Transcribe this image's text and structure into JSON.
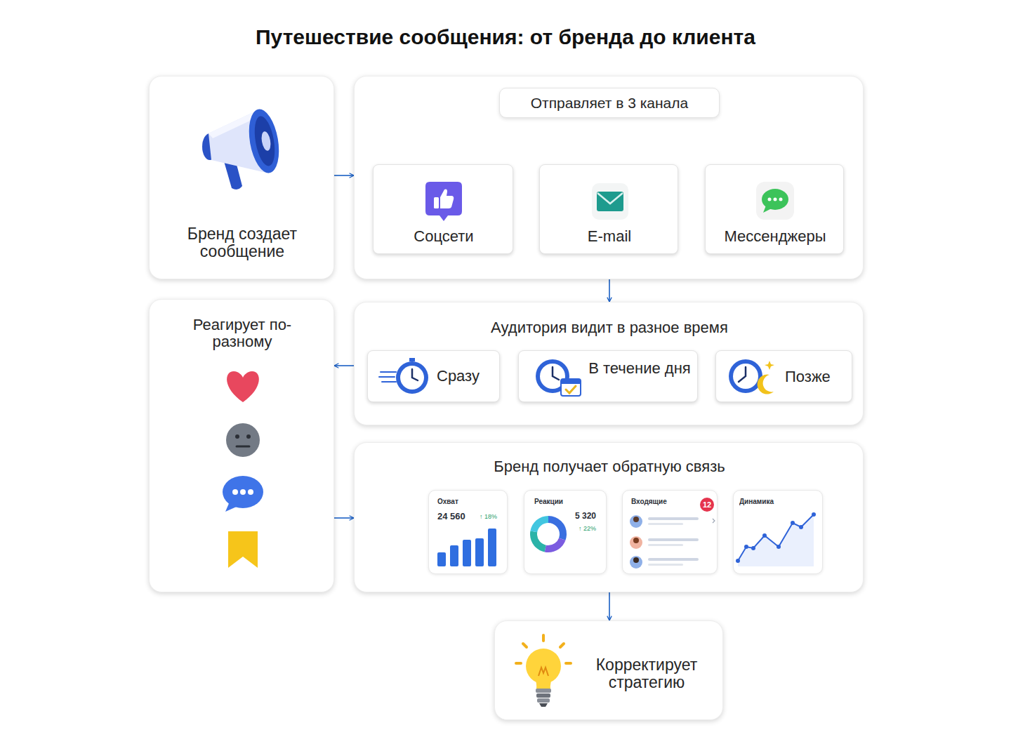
{
  "diagram": {
    "title": "Путешествие сообщения: от бренда до клиента",
    "nodes": [
      {
        "text": [
          "Бренд создает сообщение"
        ]
      },
      {
        "text": [
          "Отправляет в 3 канала"
        ]
      },
      {
        "text": [
          "Соцсети"
        ],
        "in": 1
      },
      {
        "text": [
          "E-mail"
        ],
        "in": 1
      },
      {
        "text": [
          "Мессенджеры"
        ],
        "in": 1
      },
      {
        "text": [
          "Аудитория видит в разное время"
        ]
      },
      {
        "text": [
          "Сразу"
        ],
        "in": 5
      },
      {
        "text": [
          "В течение дня"
        ],
        "in": 5
      },
      {
        "text": [
          "Позже"
        ],
        "in": 5
      },
      {
        "text": [
          "Реагирует по-разному"
        ]
      },
      {
        "text": [
          "Бренд получает обратную связь"
        ]
      },
      {
        "text": [
          "Охват",
          "24 560",
          "↑ 18%"
        ],
        "in": 10
      },
      {
        "text": [
          "Реакции",
          "5 320",
          "↑ 22%"
        ],
        "in": 10
      },
      {
        "text": [
          "Входящие",
          "12"
        ],
        "in": 10
      },
      {
        "text": [
          "Динамика"
        ],
        "in": 10
      },
      {
        "text": [
          "Корректирует стратегию"
        ]
      }
    ],
    "edges": [
      {
        "from": 0,
        "to": 1,
        "arrow": "to"
      },
      {
        "from": 1,
        "to": 2,
        "arrow": "to"
      },
      {
        "from": 1,
        "to": 3,
        "arrow": "to"
      },
      {
        "from": 1,
        "to": 4,
        "arrow": "to"
      },
      {
        "from": 1,
        "to": 5,
        "arrow": "to"
      },
      {
        "from": 5,
        "to": 9,
        "arrow": "to"
      },
      {
        "from": 9,
        "to": 10,
        "arrow": "to"
      },
      {
        "from": 10,
        "to": 15,
        "arrow": "to"
      }
    ]
  }
}
